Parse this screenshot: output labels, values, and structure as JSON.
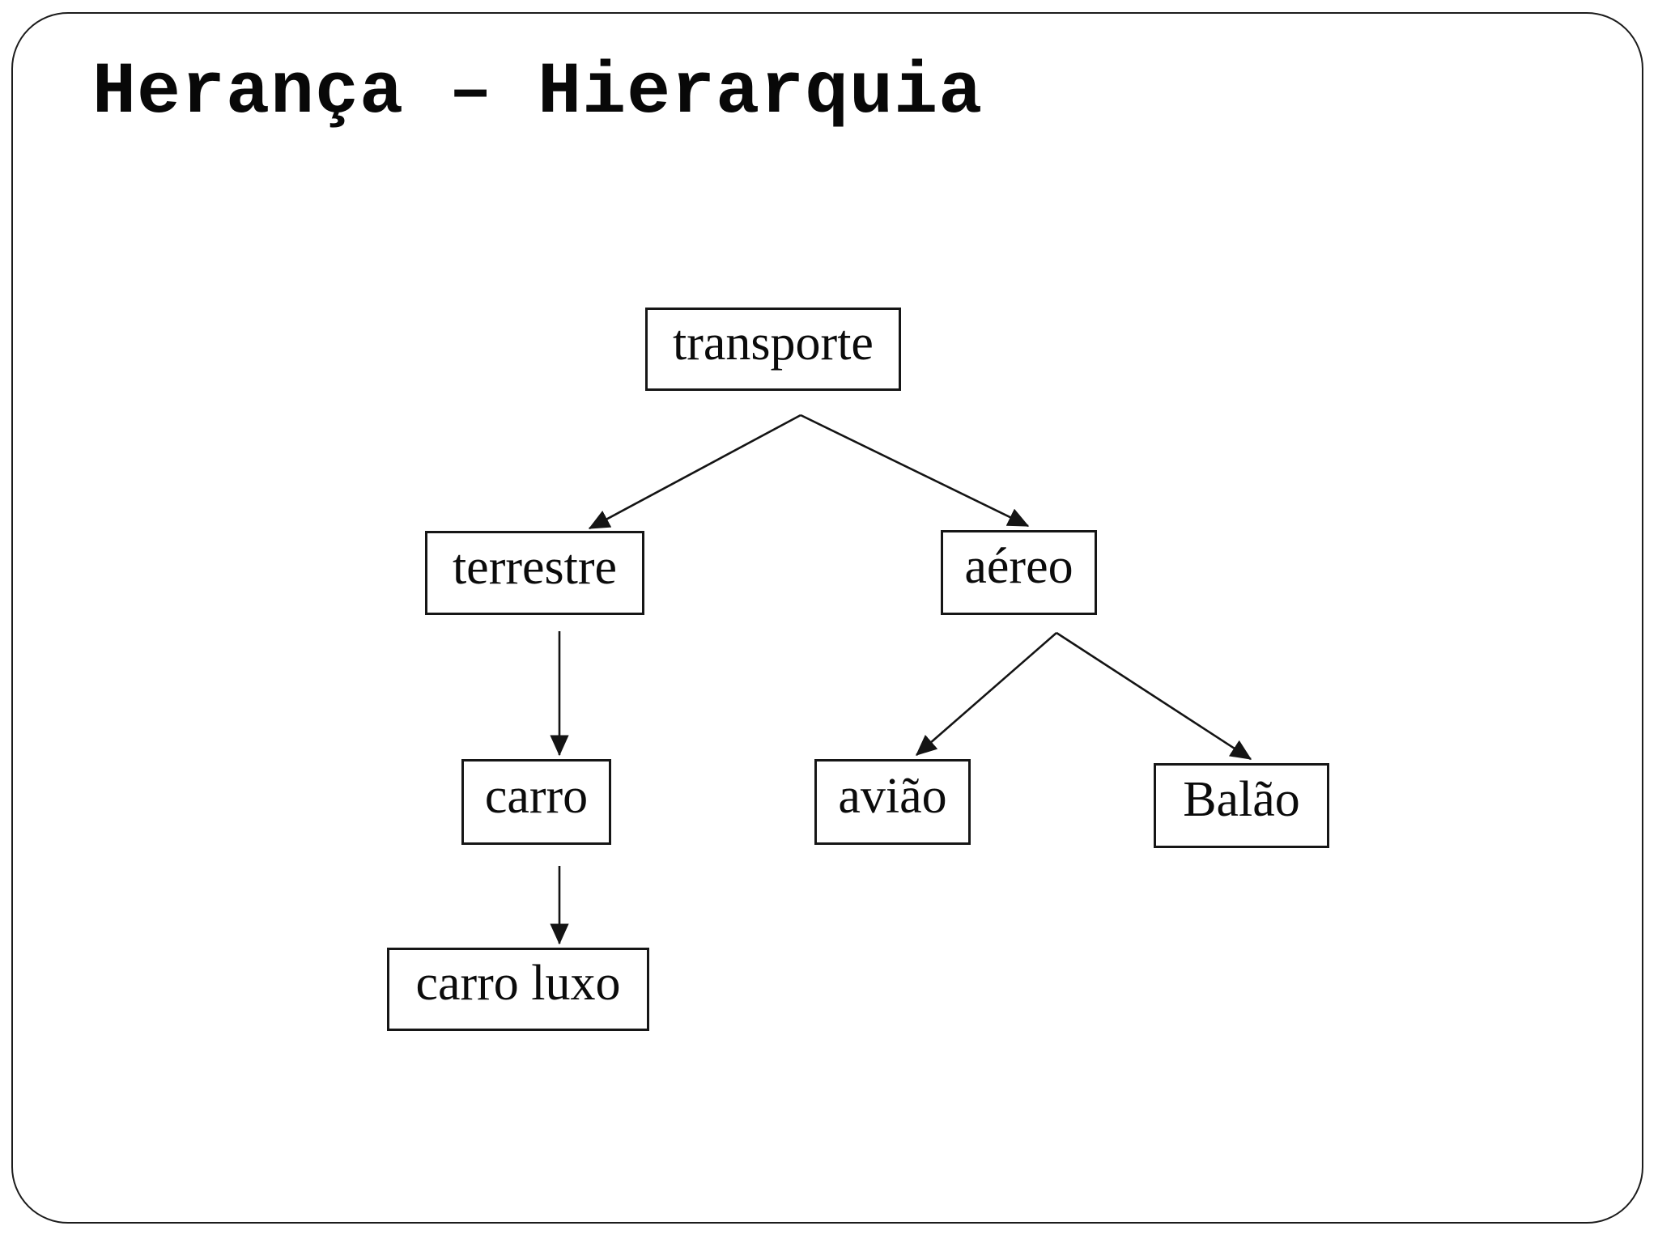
{
  "slide": {
    "title": "Herança – Hierarquia"
  },
  "diagram": {
    "type": "tree-hierarchy",
    "nodes": [
      {
        "id": "transporte",
        "label": "transporte"
      },
      {
        "id": "terrestre",
        "label": "terrestre"
      },
      {
        "id": "aereo",
        "label": "aéreo"
      },
      {
        "id": "carro",
        "label": "carro"
      },
      {
        "id": "aviao",
        "label": "avião"
      },
      {
        "id": "balao",
        "label": "Balão"
      },
      {
        "id": "carro-luxo",
        "label": "carro luxo"
      }
    ],
    "edges": [
      {
        "from": "transporte",
        "to": "terrestre"
      },
      {
        "from": "transporte",
        "to": "aereo"
      },
      {
        "from": "terrestre",
        "to": "carro"
      },
      {
        "from": "carro",
        "to": "carro-luxo"
      },
      {
        "from": "aereo",
        "to": "aviao"
      },
      {
        "from": "aereo",
        "to": "balao"
      }
    ],
    "colors": {
      "background": "#ffffff",
      "line": "#141414",
      "text": "#0b0b0b",
      "border": "#1c1c1c"
    }
  }
}
